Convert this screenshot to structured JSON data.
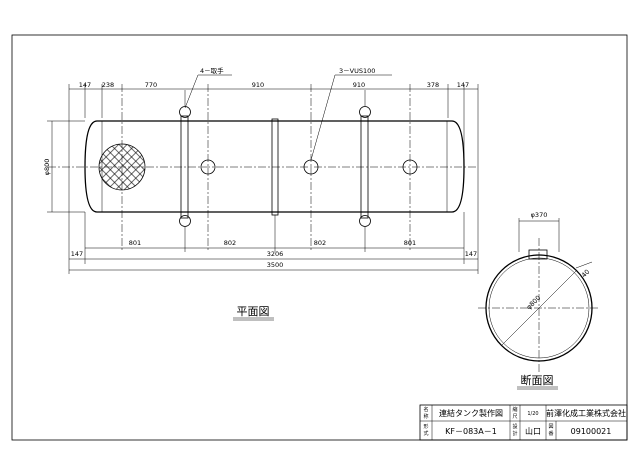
{
  "dimensions": {
    "top": [
      "147",
      "238",
      "770",
      "910",
      "910",
      "378",
      "147"
    ],
    "bottom_row": [
      "801",
      "802",
      "802",
      "801"
    ],
    "ends_left": "147",
    "ends_right": "147",
    "middle_total": "3206",
    "overall": "3500",
    "diameter": "φ800"
  },
  "callouts": {
    "handle": "4－取手",
    "ports": "3－VUS100"
  },
  "section": {
    "top_width": "φ370",
    "diameter": "φ800",
    "thickness": "40"
  },
  "labels": {
    "plan": "平面図",
    "section": "断面図"
  },
  "title_block": {
    "name_label_1": "名",
    "name_label_2": "称",
    "name": "連結タンク製作図",
    "scale_label_1": "縮",
    "scale_label_2": "尺",
    "scale": "1/20",
    "company": "前澤化成工業株式会社",
    "model_label_1": "形",
    "model_label_2": "式",
    "model": "KF－083A－1",
    "design_label_1": "設",
    "design_label_2": "計",
    "designer": "山口",
    "drawing_label_1": "図",
    "drawing_label_2": "番",
    "drawing_no": "09100021"
  }
}
